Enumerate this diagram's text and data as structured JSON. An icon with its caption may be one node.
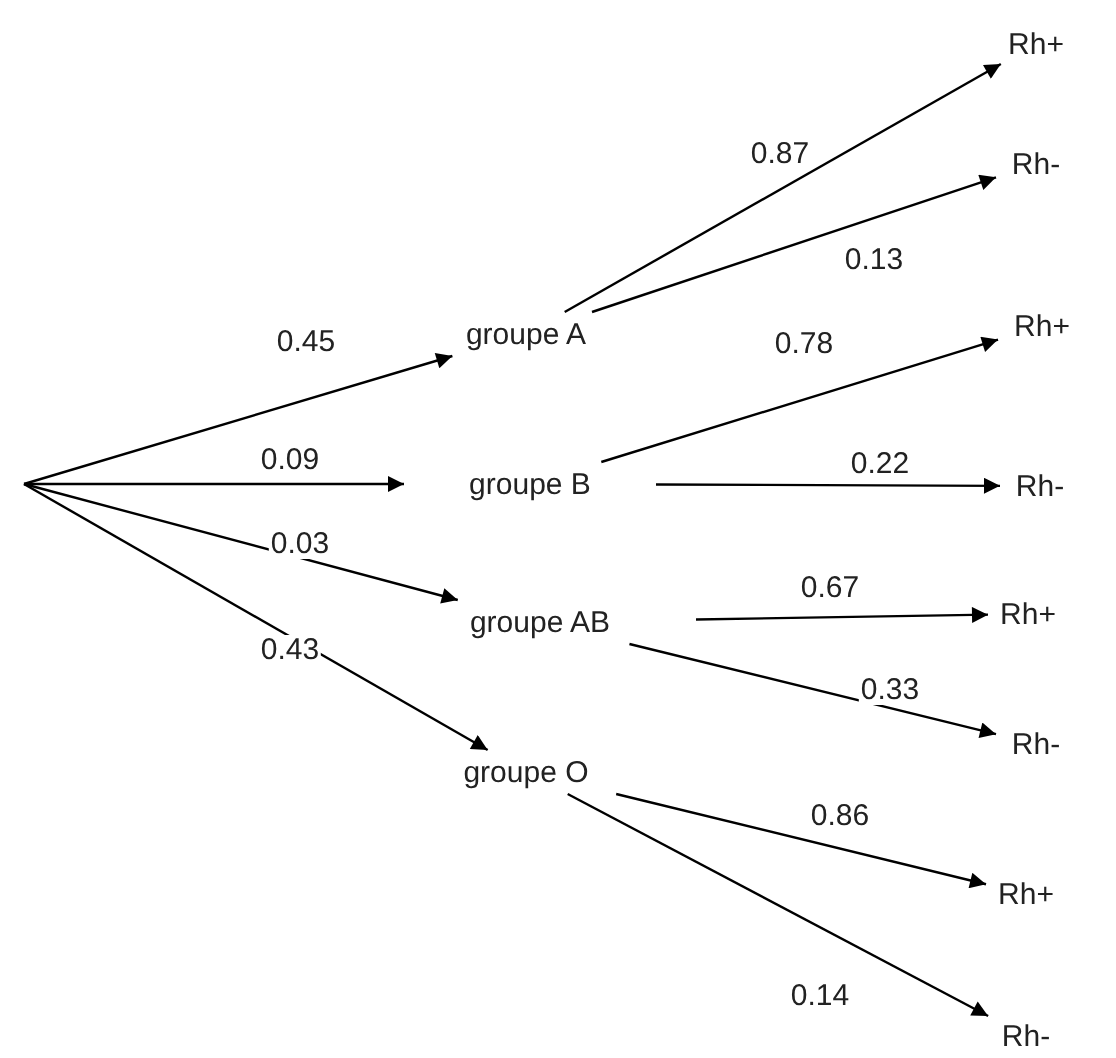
{
  "diagram": {
    "nodes": [
      {
        "text": [
          "groupe A"
        ]
      },
      {
        "text": [
          "groupe B"
        ]
      },
      {
        "text": [
          "groupe AB"
        ]
      },
      {
        "text": [
          "groupe O"
        ]
      },
      {
        "text": [
          "Rh+"
        ]
      },
      {
        "text": [
          "Rh-"
        ]
      },
      {
        "text": [
          "Rh+"
        ]
      },
      {
        "text": [
          "Rh-"
        ]
      },
      {
        "text": [
          "Rh+"
        ]
      },
      {
        "text": [
          "Rh-"
        ]
      },
      {
        "text": [
          "Rh+"
        ]
      },
      {
        "text": [
          "Rh-"
        ]
      }
    ],
    "edges": [
      {
        "from": null,
        "to": 0,
        "arrow": "to",
        "label": "0.45"
      },
      {
        "from": null,
        "to": 1,
        "arrow": "to",
        "label": "0.09"
      },
      {
        "from": null,
        "to": 2,
        "arrow": "to",
        "label": "0.03"
      },
      {
        "from": null,
        "to": 3,
        "arrow": "to",
        "label": "0.43"
      },
      {
        "from": 0,
        "to": 4,
        "arrow": "to",
        "label": "0.87"
      },
      {
        "from": 0,
        "to": 5,
        "arrow": "to",
        "label": "0.13"
      },
      {
        "from": 1,
        "to": 6,
        "arrow": "to",
        "label": "0.78"
      },
      {
        "from": 1,
        "to": 7,
        "arrow": "to",
        "label": "0.22"
      },
      {
        "from": 2,
        "to": 8,
        "arrow": "to",
        "label": "0.67"
      },
      {
        "from": 2,
        "to": 9,
        "arrow": "to",
        "label": "0.33"
      },
      {
        "from": 3,
        "to": 10,
        "arrow": "to",
        "label": "0.86"
      },
      {
        "from": 3,
        "to": 11,
        "arrow": "to",
        "label": "0.14"
      }
    ]
  }
}
